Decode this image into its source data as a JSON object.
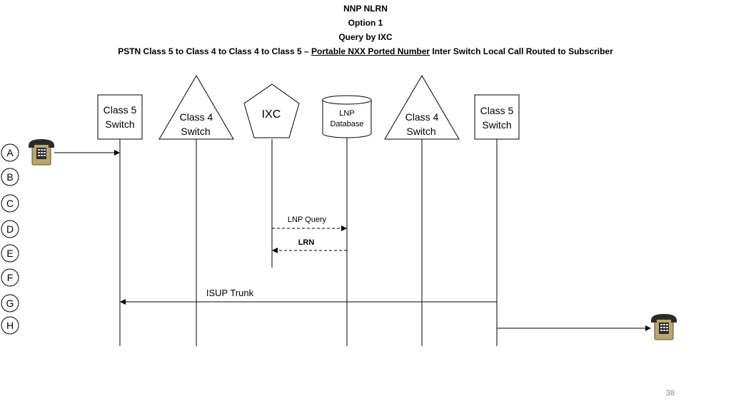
{
  "header": {
    "title": "NNP NLRN",
    "option": "Option 1",
    "query": "Query by IXC",
    "subtitle_part1": "PSTN Class 5 to Class 4 to Class 4 to Class 5 –",
    "subtitle_underlined": "Portable NXX Ported Number",
    "subtitle_part2": "Inter Switch Local Call Routed to Subscriber"
  },
  "nodes": {
    "class5_left": {
      "line1": "Class 5",
      "line2": "Switch"
    },
    "class4_left": {
      "line1": "Class 4",
      "line2": "Switch"
    },
    "ixc": {
      "label": "IXC"
    },
    "lnp_db": {
      "line1": "LNP",
      "line2": "Database"
    },
    "class4_right": {
      "line1": "Class 4",
      "line2": "Switch"
    },
    "class5_right": {
      "line1": "Class 5",
      "line2": "Switch"
    }
  },
  "steps": [
    "A",
    "B",
    "C",
    "D",
    "E",
    "F",
    "G",
    "H"
  ],
  "messages": {
    "lnp_query": "LNP Query",
    "lrn": "LRN",
    "isup_trunk": "ISUP Trunk"
  },
  "icons": {
    "calling_phone": "telephone-icon",
    "called_phone": "telephone-icon"
  },
  "colors": {
    "phone_body": "#b9a66f",
    "phone_dark": "#2b2b2b"
  },
  "page_number": "38"
}
